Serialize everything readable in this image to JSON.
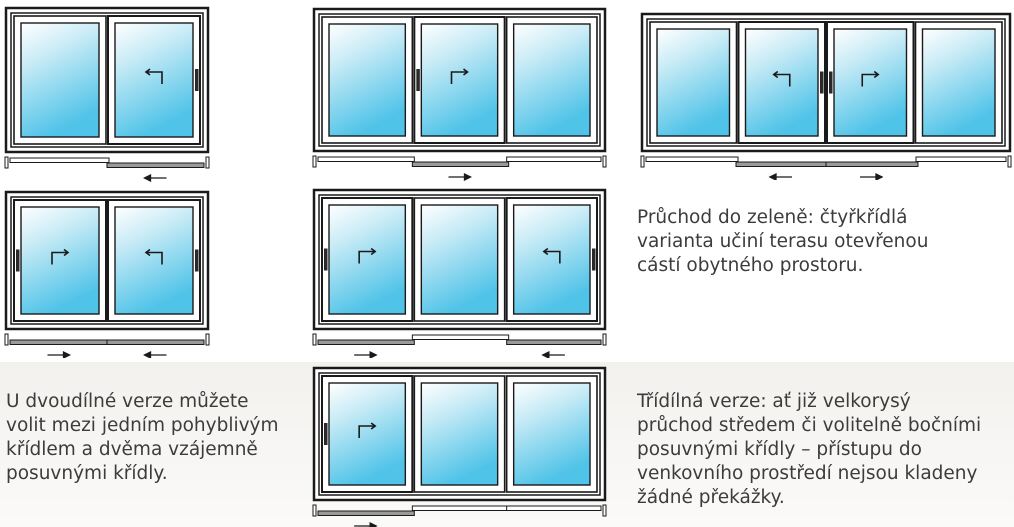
{
  "colors": {
    "glass_top": "#ffffff",
    "glass_mid": "#c8ebf6",
    "glass_bottom": "#4fc3e8",
    "frame": "#1a1a1a",
    "rail_fill": "#9a9a9a",
    "text": "#3c3c3c"
  },
  "diagrams": [
    {
      "id": "two-sash-one-sliding",
      "panes": 2,
      "sliding": [
        1
      ],
      "arrows": [
        "",
        "left"
      ],
      "rails": [
        [
          "fixed",
          "left"
        ],
        [
          "sliding",
          "right"
        ]
      ]
    },
    {
      "id": "three-sash-middle-sliding",
      "panes": 3,
      "sliding": [
        1
      ],
      "arrows": [
        "",
        "right",
        ""
      ],
      "rails": [
        [
          "fixed",
          "left"
        ],
        [
          "sliding",
          "mid"
        ],
        [
          "fixed",
          "right"
        ]
      ]
    },
    {
      "id": "four-sash-two-sliding",
      "panes": 4,
      "sliding": [
        1,
        2
      ],
      "arrows": [
        "",
        "left",
        "right",
        ""
      ],
      "rails": [
        [
          "fixed",
          "left"
        ],
        [
          "sliding",
          "midleft"
        ],
        [
          "sliding",
          "midright"
        ],
        [
          "fixed",
          "right"
        ]
      ]
    },
    {
      "id": "two-sash-both-sliding",
      "panes": 2,
      "sliding": [
        0,
        1
      ],
      "arrows": [
        "right",
        "left"
      ],
      "rails": [
        [
          "sliding",
          "left"
        ],
        [
          "sliding",
          "right"
        ]
      ]
    },
    {
      "id": "three-sash-side-sliding",
      "panes": 3,
      "sliding": [
        0,
        2
      ],
      "arrows": [
        "right",
        "",
        "left"
      ],
      "rails": [
        [
          "sliding",
          "left"
        ],
        [
          "fixed",
          "mid"
        ],
        [
          "sliding",
          "right"
        ]
      ]
    },
    {
      "id": "three-sash-one-side-sliding",
      "panes": 3,
      "sliding": [
        0
      ],
      "arrows": [
        "right",
        "",
        ""
      ],
      "rails": [
        [
          "sliding",
          "left"
        ],
        [
          "fixed",
          "mid"
        ],
        [
          "fixed",
          "right"
        ]
      ]
    }
  ],
  "captions": {
    "four_wing": "Průchod do zeleně: čtyřkřídlá\nvarianta učiní terasu otevřenou\ncástí obytného prostoru.",
    "two_part": "U dvoudílné verze můžete\nvolit mezi jedním pohyblivým\nkřídlem a dvěma vzájemně\nposuvnými křídly.",
    "three_part": "Třídílná verze: ať již velkorysý\nprůchod středem či volitelně bočními\nposuvnými křídly – přístupu do\nvenkovního prostředí nejsou kladeny\nžádné překážky."
  }
}
